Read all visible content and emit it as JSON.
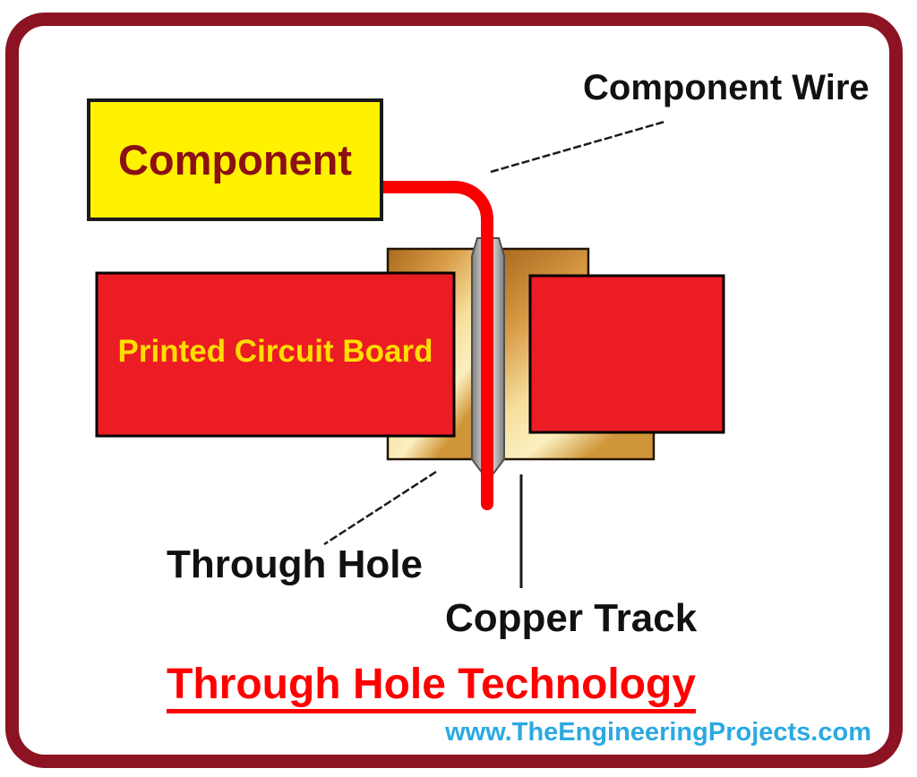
{
  "figure": {
    "title": "Through Hole Technology",
    "website": "www.TheEngineeringProjects.com"
  },
  "boxes": {
    "component_label": "Component",
    "pcb_label": "Printed Circuit Board"
  },
  "annotations": {
    "component_wire": "Component Wire",
    "through_hole": "Through Hole",
    "copper_track": "Copper Track"
  },
  "colors": {
    "frame_border": "#8C1322",
    "component_fill": "#FFF200",
    "component_text": "#8B1014",
    "pcb_fill": "#EC1C24",
    "pcb_text": "#FFDE00",
    "wire_red": "#F80000",
    "copper_dark": "#A96A1E",
    "copper_light": "#FCF0C0",
    "barrel_gray": "#CFCFCF",
    "title_red": "#FF0000",
    "website_blue": "#2CA9E1",
    "annotation_text": "#111111"
  }
}
